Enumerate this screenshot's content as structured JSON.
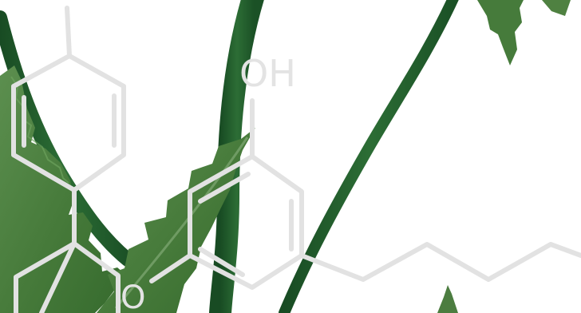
{
  "molecule": {
    "hydroxyl_label": "OH",
    "oxygen_label": "O"
  },
  "colors": {
    "background": "#ffffff",
    "stem": "#1f5a2b",
    "leaf_dark": "#3f6f35",
    "leaf_mid": "#4f8141",
    "leaf_light": "#5f9250",
    "structure_line": "#e2e2e2"
  },
  "visual_elements": {
    "main_icon": "cannabis-leaf-icon",
    "overlay": "molecule-structure-diagram"
  }
}
